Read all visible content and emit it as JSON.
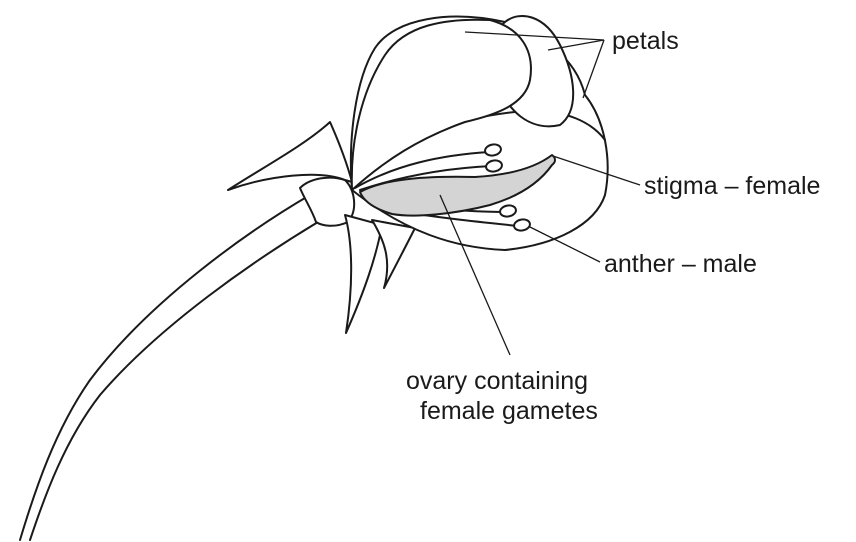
{
  "labels": {
    "petals": "petals",
    "stigma": "stigma – female",
    "anther": "anther – male",
    "ovary_line1": "ovary containing",
    "ovary_line2": "female gametes"
  },
  "colors": {
    "outline": "#1a1a1a",
    "ovary_fill": "#d4d4d4",
    "background": "#ffffff"
  }
}
